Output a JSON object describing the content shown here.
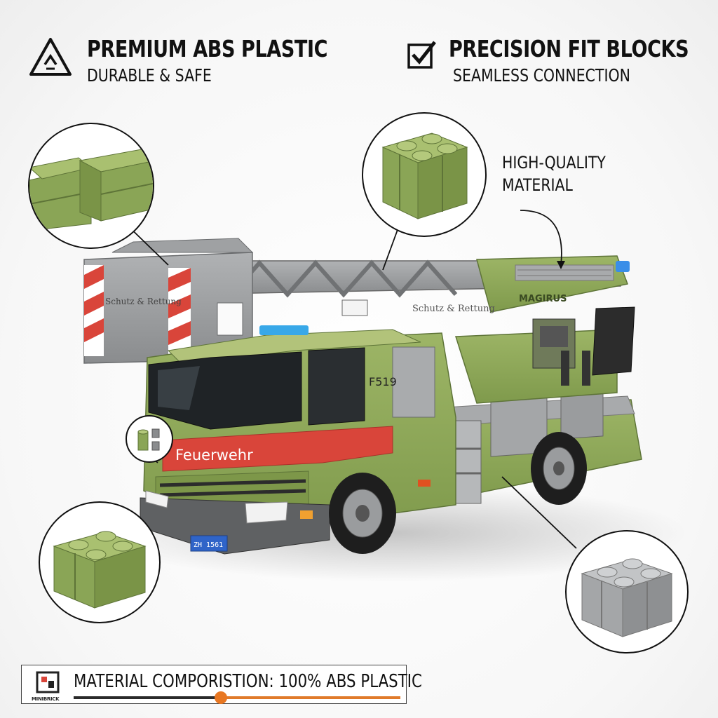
{
  "features": [
    {
      "icon": "warning-triangle-icon",
      "title": "PREMIUM ABS PLASTIC",
      "subtitle": "DURABLE & SAFE"
    },
    {
      "icon": "checkbox-icon",
      "title": "PRECISION FIT BLOCKS",
      "subtitle": "SEAMLESS CONNECTION"
    }
  ],
  "callout": {
    "line1": "HIGH-QUALITY",
    "line2": "MATERIAL"
  },
  "truck": {
    "ladder_text": "Schutz & Rettung",
    "box_text": "Schutz & Rettung",
    "brand_text": "MAGIRUS",
    "cab_number": "F519",
    "side_text": "Feuerwehr",
    "plate": "ZH 1561"
  },
  "banner": {
    "brand_mark": "MINIBRICK",
    "text": "MATERIAL COMPORISTION: 100% ABS PLASTIC",
    "progress": 0.45
  },
  "colors": {
    "green": "#8fa85a",
    "gray": "#9c9ea0",
    "red": "#d9453a",
    "accent": "#e87722"
  }
}
